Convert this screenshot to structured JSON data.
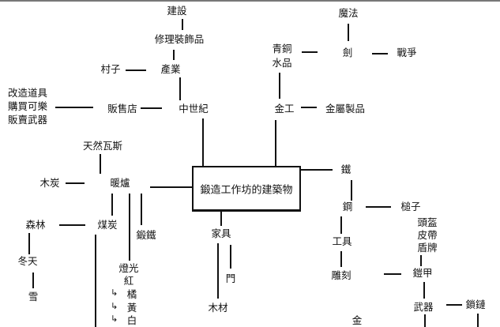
{
  "center": "鍛造工作坊的建築物",
  "nodes": {
    "jianshe": "建設",
    "xiuli": "修理裝飾品",
    "chanye": "產業",
    "cunzi": "村子",
    "shop_actions": [
      "改造道具",
      "購買可樂",
      "販賣武器"
    ],
    "shop": "販售店",
    "medieval": "中世紀",
    "natural_gas": "天然瓦斯",
    "charcoal": "木炭",
    "stove": "暖爐",
    "forest": "森林",
    "coal": "煤炭",
    "wrought_iron": "鍛鐵",
    "winter": "冬天",
    "snow": "雪",
    "light": "燈光",
    "colors": [
      "紅",
      "橘",
      "黃",
      "白"
    ],
    "furniture": "家具",
    "door": "門",
    "wood": "木材",
    "magic": "魔法",
    "bronze_crystal": [
      "青銅",
      "水品"
    ],
    "sword": "劍",
    "war": "戰爭",
    "metalwork": "金工",
    "metal_products": "金屬製品",
    "iron": "鐵",
    "steel": "鋼",
    "hammer": "槌子",
    "armor_parts": [
      "頭盔",
      "皮帶",
      "盾牌"
    ],
    "tools": "工具",
    "carving": "雕刻",
    "armor": "鎧甲",
    "weapons": "武器",
    "chain": "鎖鏈",
    "gold": "金"
  }
}
